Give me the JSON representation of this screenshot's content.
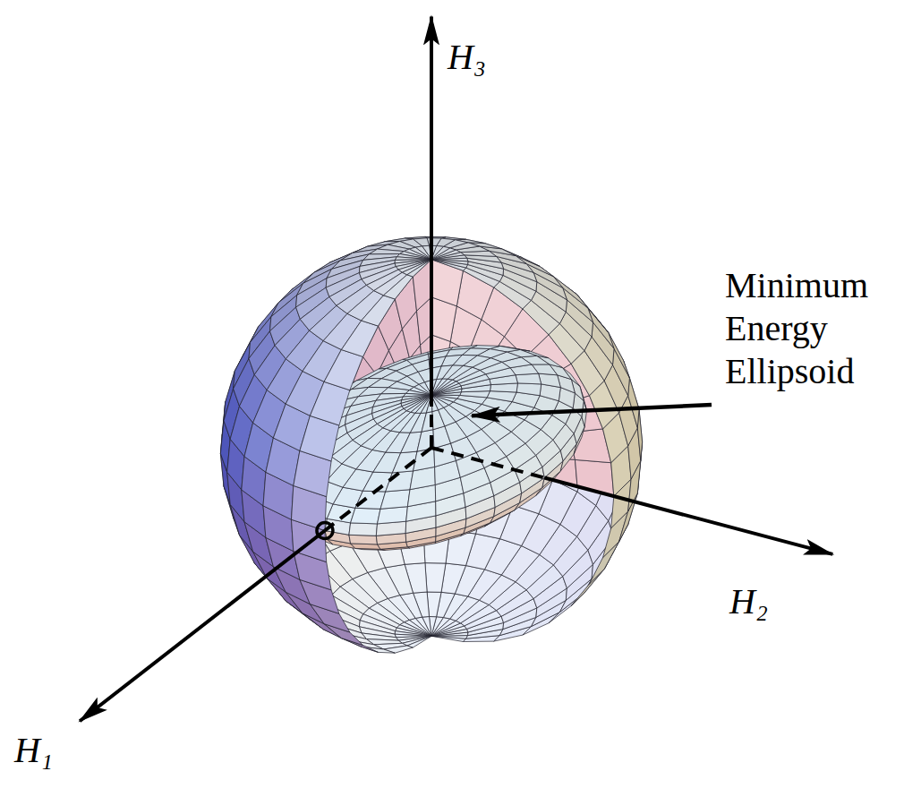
{
  "diagram": {
    "labels": [
      "H₃",
      "Minimum Energy Ellipsoid",
      "H₂",
      "H₁"
    ]
  }
}
